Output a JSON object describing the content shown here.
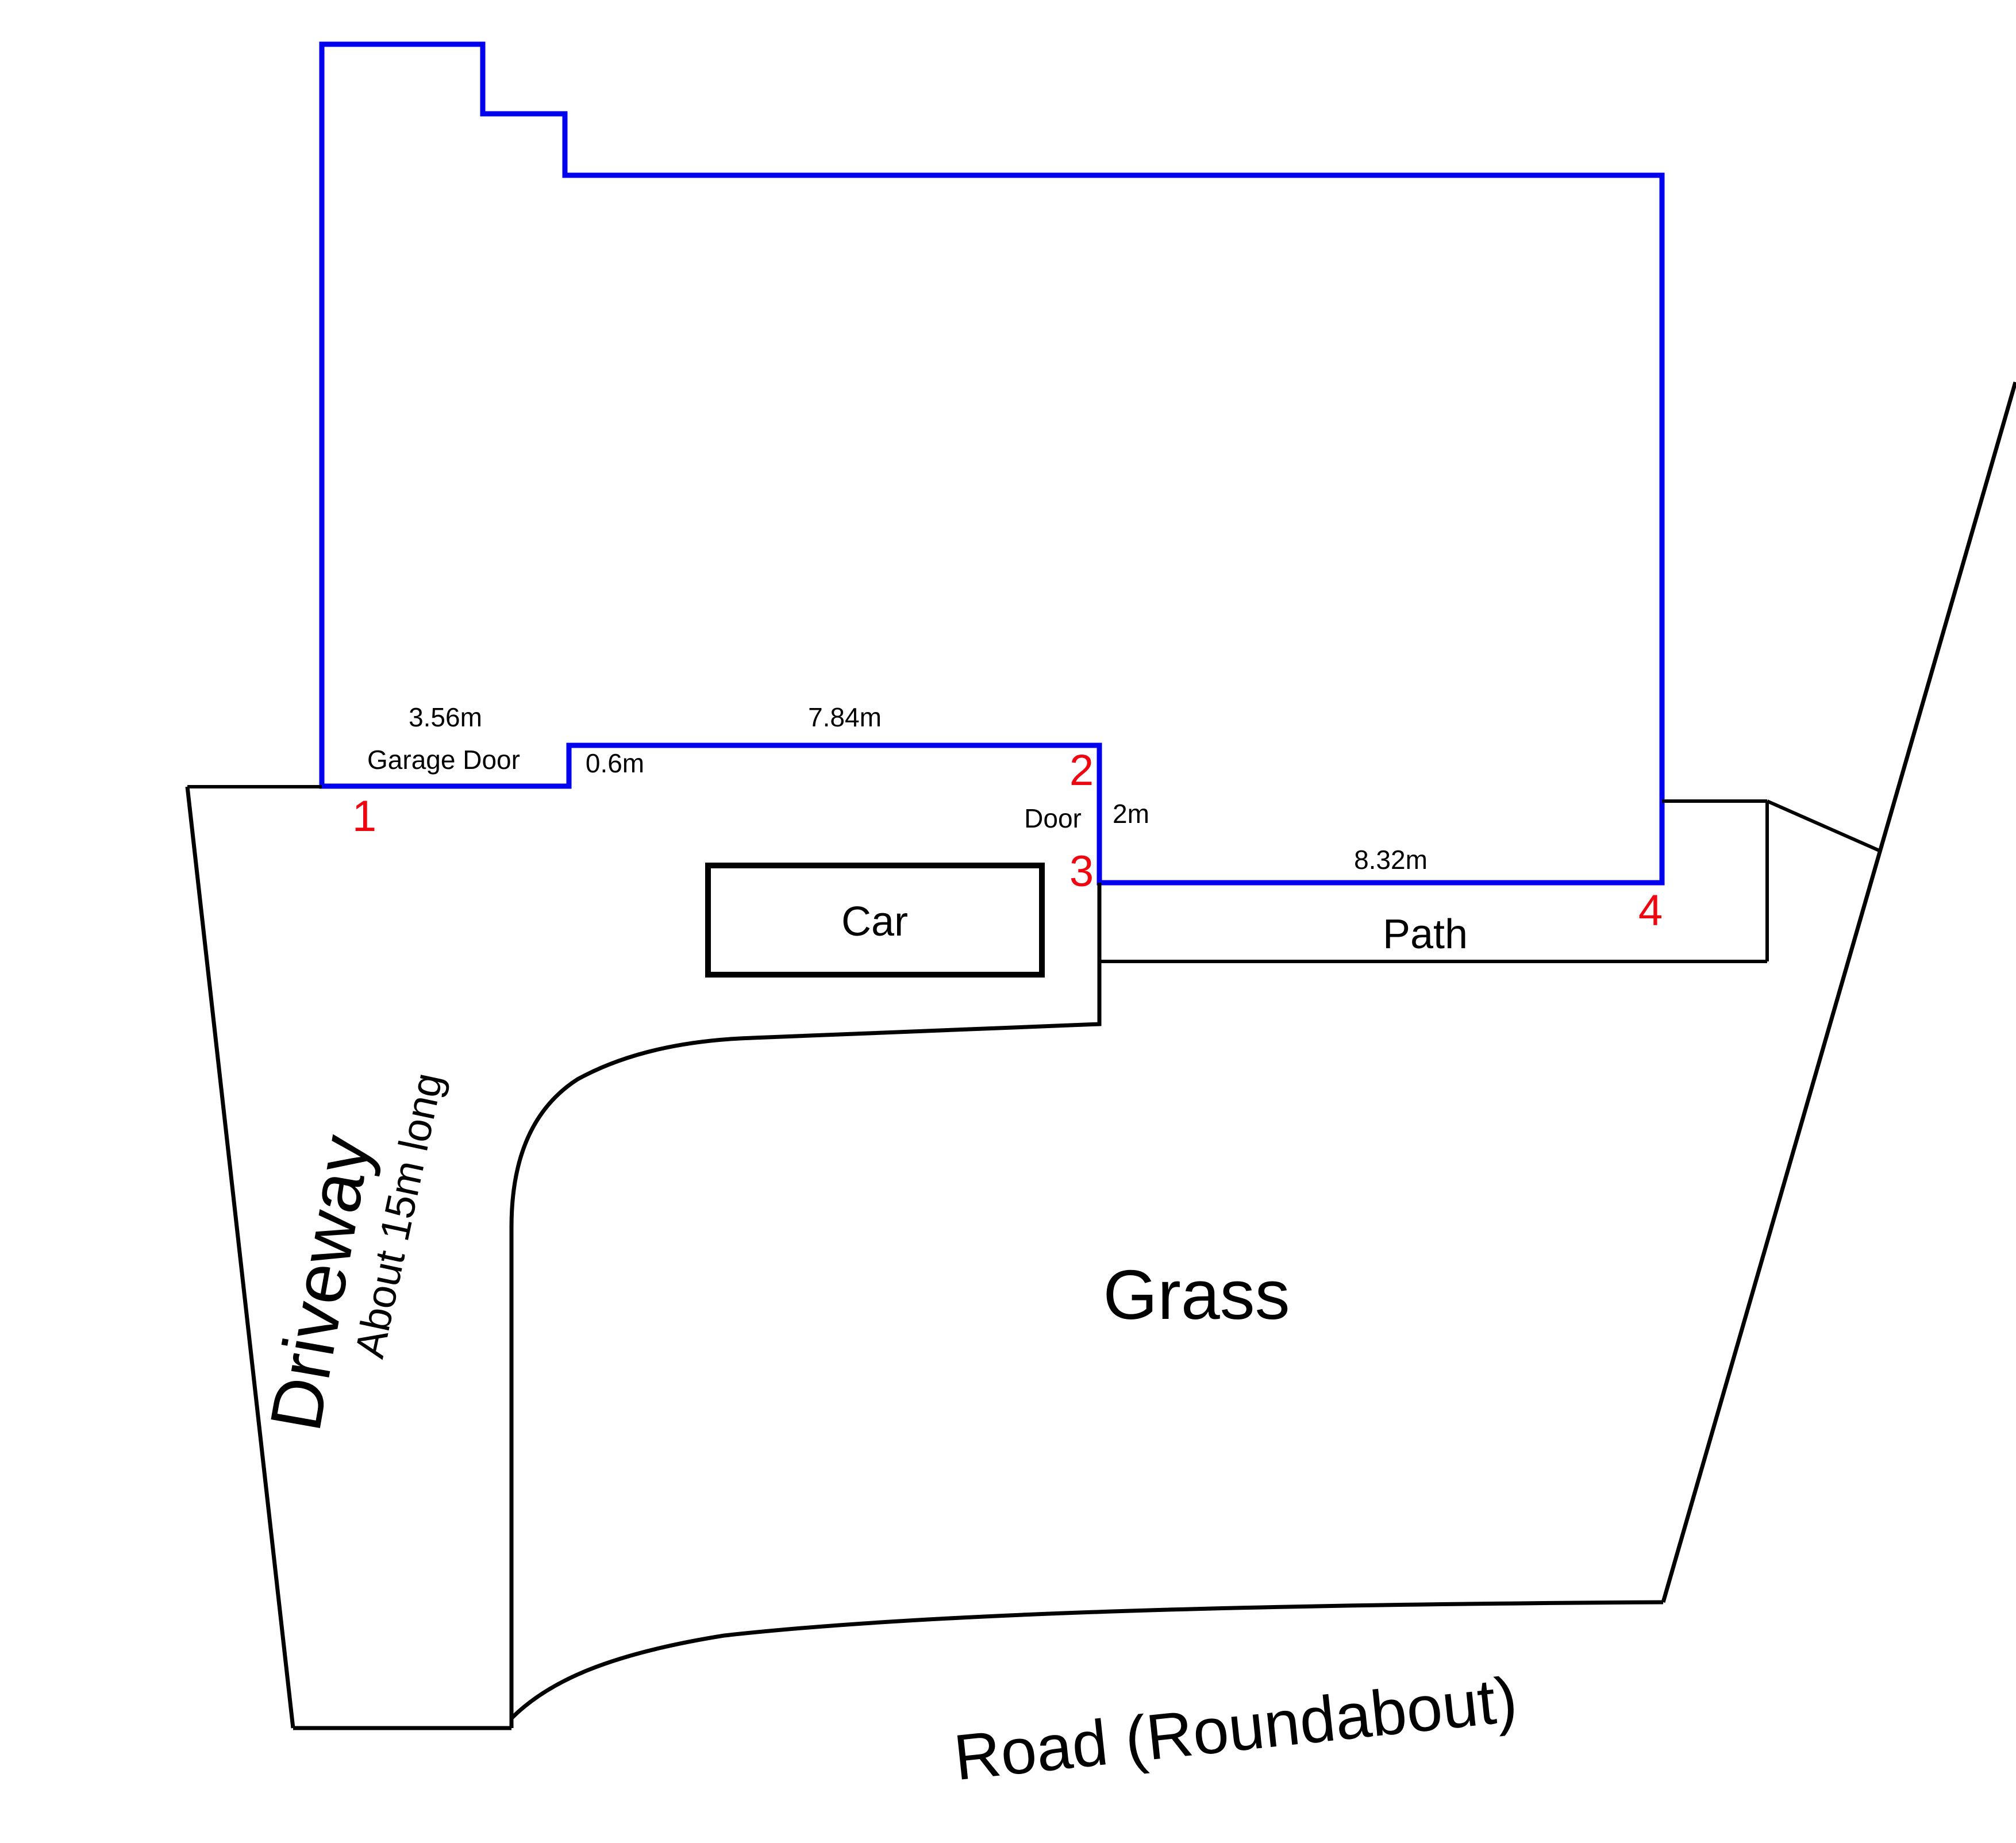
{
  "diagram": {
    "type": "site-plan-sketch",
    "house": {
      "garage_wall_length": "3.56m",
      "garage_door_label": "Garage Door",
      "step_length": "0.6m",
      "front_wall_length": "7.84m",
      "door_label": "Door",
      "door_wall_length": "2m",
      "rear_wall_length": "8.32m"
    },
    "corner_markers": {
      "c1": "1",
      "c2": "2",
      "c3": "3",
      "c4": "4"
    },
    "areas": {
      "car": "Car",
      "path": "Path",
      "grass": "Grass",
      "driveway": "Driveway",
      "driveway_note": "About 15m long",
      "road": "Road (Roundabout)"
    },
    "colors": {
      "house_outline": "#0101ee",
      "boundary_lines": "#000000",
      "corner_markers": "#ee0610",
      "background": "#ffffff"
    }
  }
}
